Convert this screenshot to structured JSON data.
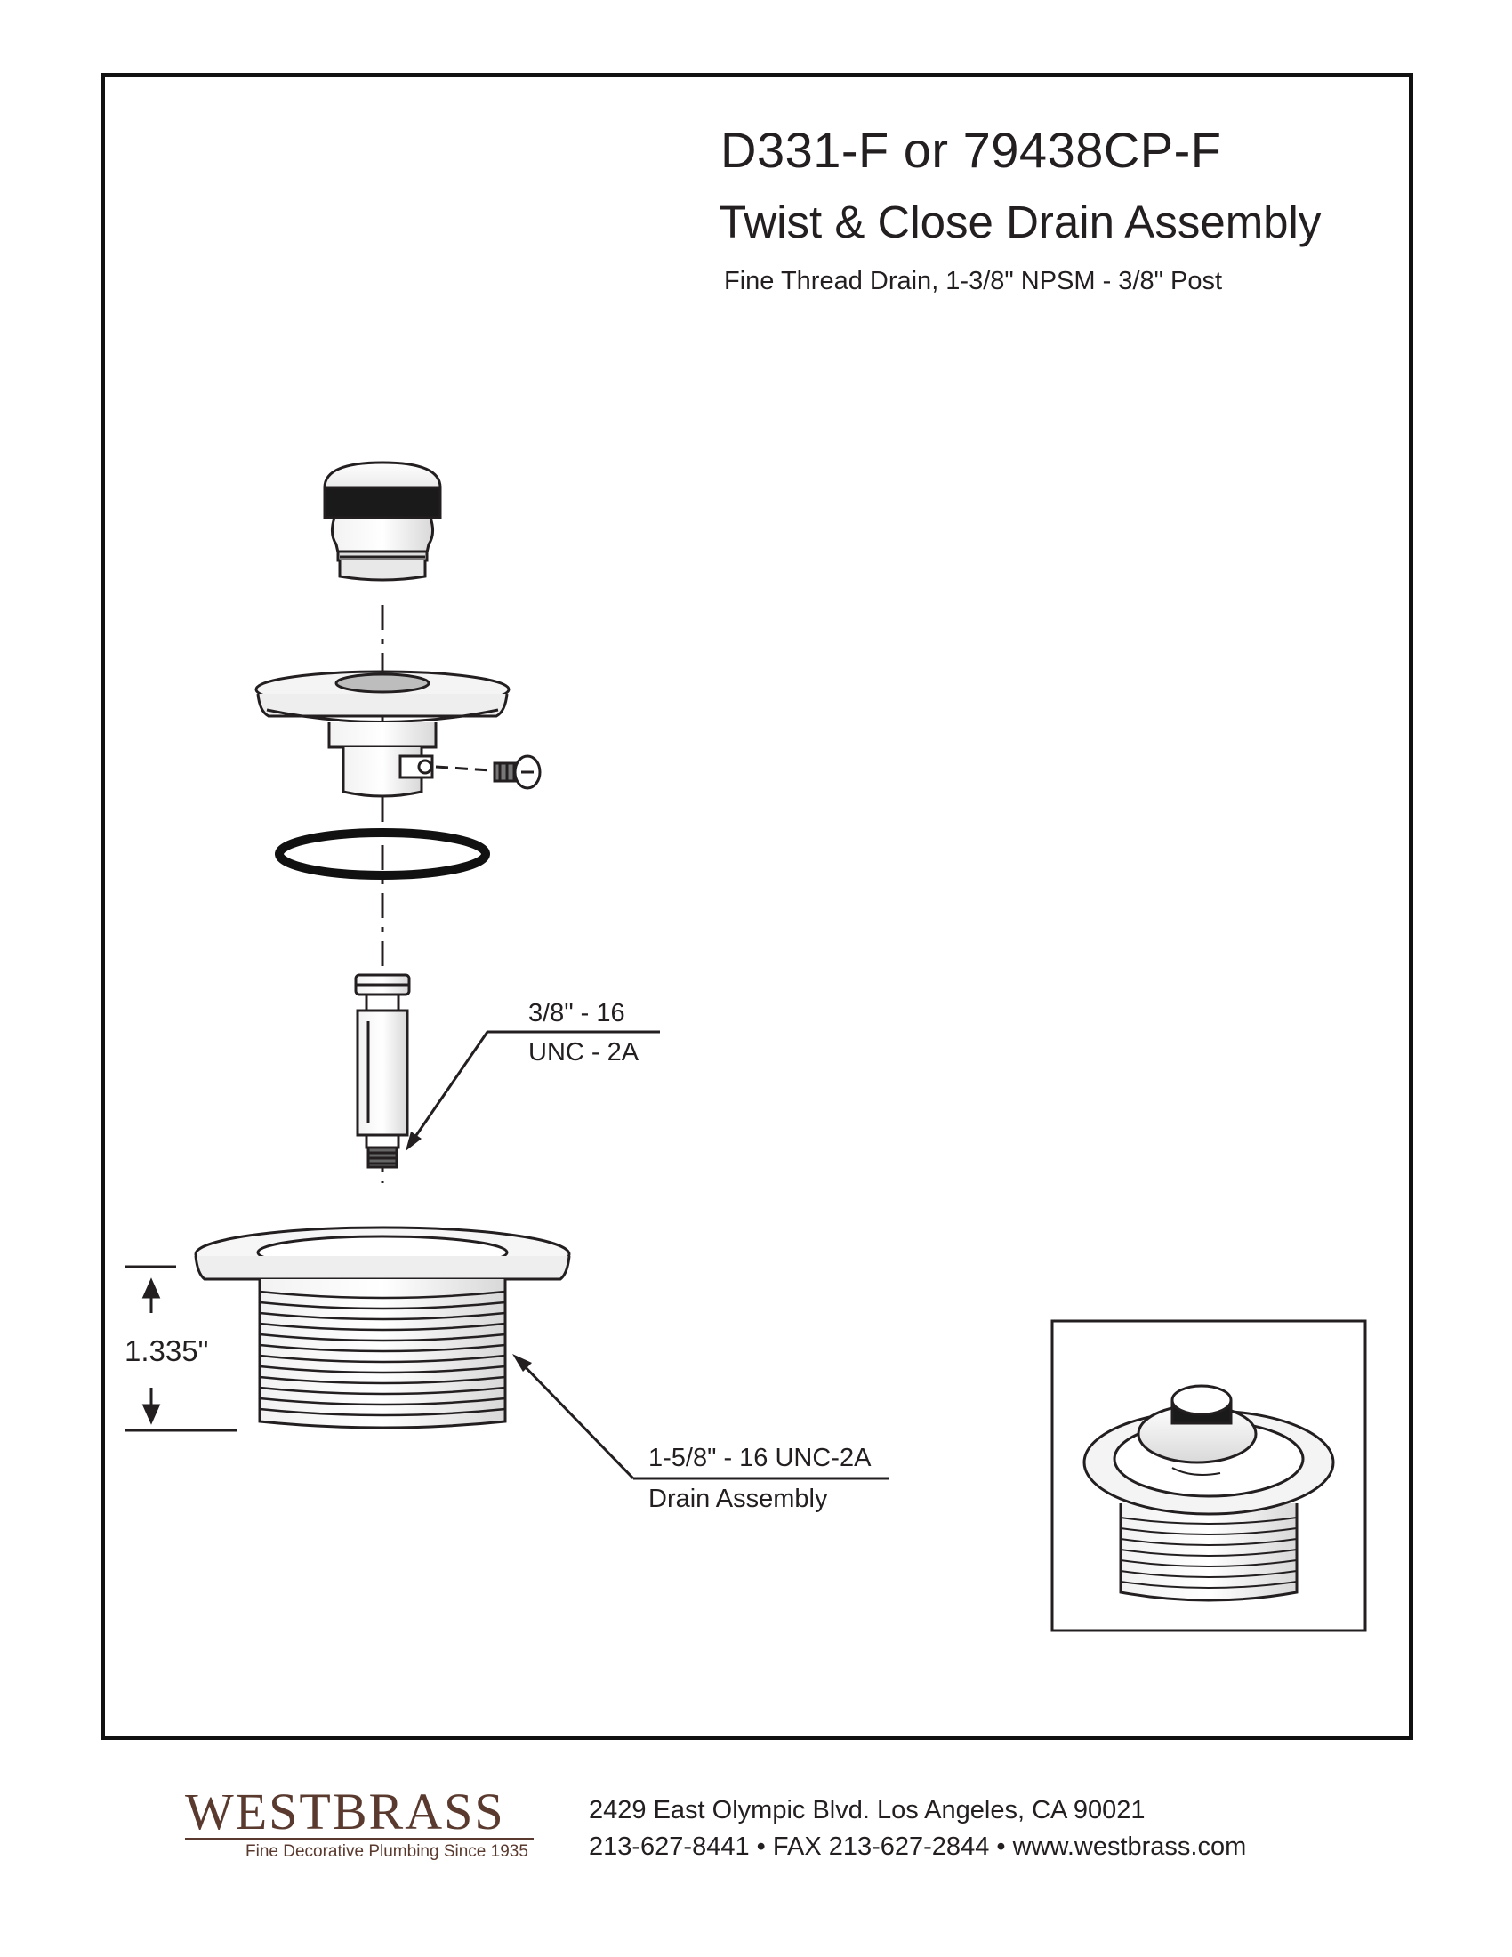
{
  "header": {
    "model": "D331-F or 79438CP-F",
    "product": "Twist & Close Drain Assembly",
    "spec": "Fine Thread Drain, 1-3/8\" NPSM - 3/8\" Post"
  },
  "callouts": {
    "post_thread_line1": "3/8\" - 16",
    "post_thread_line2": "UNC - 2A",
    "body_thread_line1": "1-5/8\" - 16 UNC-2A",
    "body_thread_line2": "Drain Assembly",
    "height_dimension": "1.335\""
  },
  "footer": {
    "brand": "WESTBRASS",
    "tagline": "Fine Decorative Plumbing Since 1935",
    "address": "2429 East Olympic Blvd. Los Angeles, CA  90021",
    "contact": "213-627-8441 • FAX 213-627-2844 • www.westbrass.com"
  },
  "colors": {
    "line": "#231f20",
    "brand": "#5a3a2e"
  }
}
